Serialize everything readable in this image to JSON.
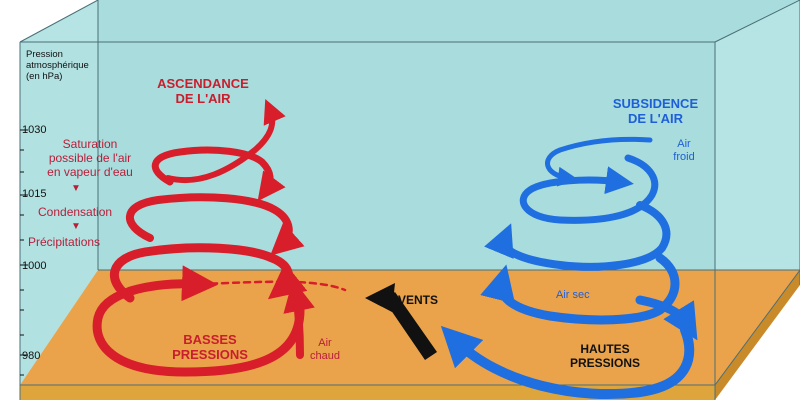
{
  "axis": {
    "title_line1": "Pression",
    "title_line2": "atmosphérique",
    "title_line3": "(en hPa)",
    "ticks": [
      "1030",
      "1015",
      "1000",
      "980"
    ]
  },
  "low_pressure": {
    "title_line1": "ASCENDANCE",
    "title_line2": "DE L'AIR",
    "steps": {
      "saturation_line1": "Saturation",
      "saturation_line2": "possible de l'air",
      "saturation_line3": "en vapeur d'eau",
      "condensation": "Condensation",
      "precipitations": "Précipitations",
      "arrow_glyph": "▼"
    },
    "label_line1": "BASSES",
    "label_line2": "PRESSIONS",
    "air_line1": "Air",
    "air_line2": "chaud",
    "color": "#d81e2a"
  },
  "high_pressure": {
    "title_line1": "SUBSIDENCE",
    "title_line2": "DE L'AIR",
    "air_cold_line1": "Air",
    "air_cold_line2": "froid",
    "air_dry": "Air sec",
    "label_line1": "HAUTES",
    "label_line2": "PRESSIONS",
    "color": "#1f6fe0"
  },
  "winds": {
    "label": "VENTS",
    "arrow_color": "#111111"
  },
  "colors": {
    "sky": "#a9dcdc",
    "ground_top": "#eaa34a",
    "ground_front": "#dea53c"
  }
}
